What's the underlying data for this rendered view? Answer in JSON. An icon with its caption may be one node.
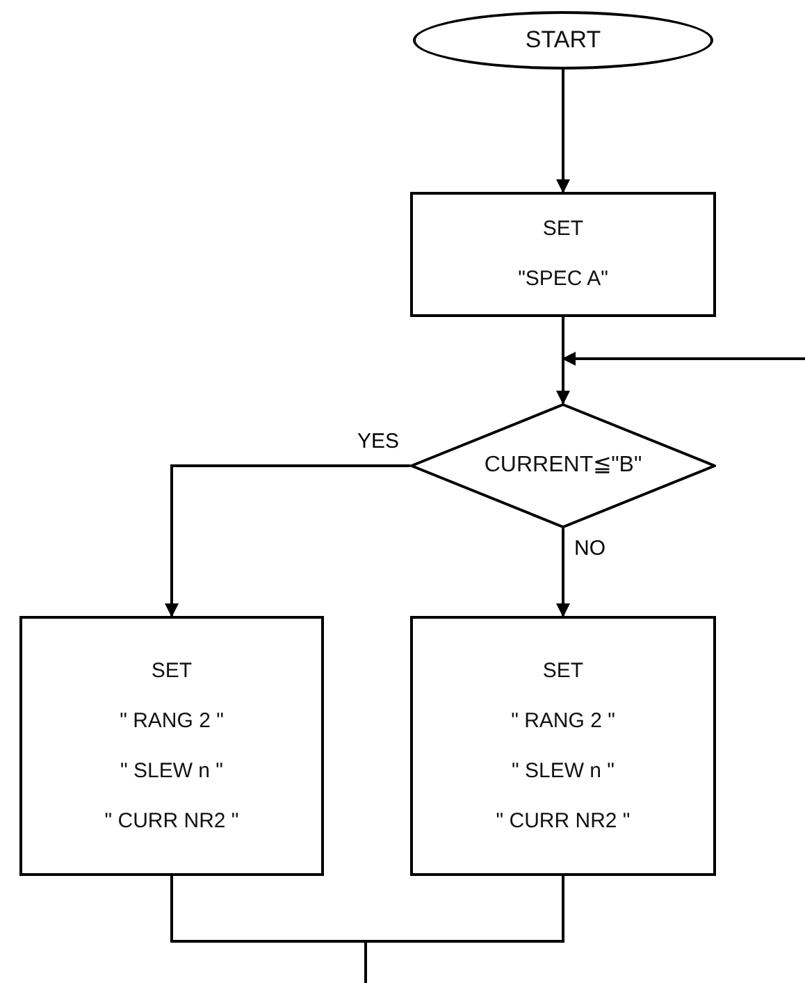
{
  "diagram": {
    "nodes": [
      {
        "text": [
          "START"
        ]
      },
      {
        "text": [
          "SET",
          "\"SPEC A\""
        ]
      },
      {
        "text": [
          "CURRENT≦\"B\""
        ]
      },
      {
        "text": [
          "SET",
          "\" RANG 2 \"",
          "\" SLEW n \"",
          "\" CURR NR2 \""
        ]
      },
      {
        "text": [
          "SET",
          "\" RANG 2 \"",
          "\" SLEW n \"",
          "\" CURR NR2 \""
        ]
      }
    ],
    "edges": [
      {
        "from": 0,
        "to": 1,
        "arrow": "to"
      },
      {
        "from": 1,
        "to": 2,
        "arrow": "to"
      },
      {
        "from": null,
        "to": 2,
        "arrow": "to"
      },
      {
        "from": 2,
        "to": 3,
        "arrow": "to",
        "label": "YES"
      },
      {
        "from": 2,
        "to": 4,
        "arrow": "to",
        "label": "NO"
      },
      {
        "from": 3,
        "to": null,
        "arrow": "none"
      },
      {
        "from": 4,
        "to": null,
        "arrow": "none"
      }
    ]
  }
}
